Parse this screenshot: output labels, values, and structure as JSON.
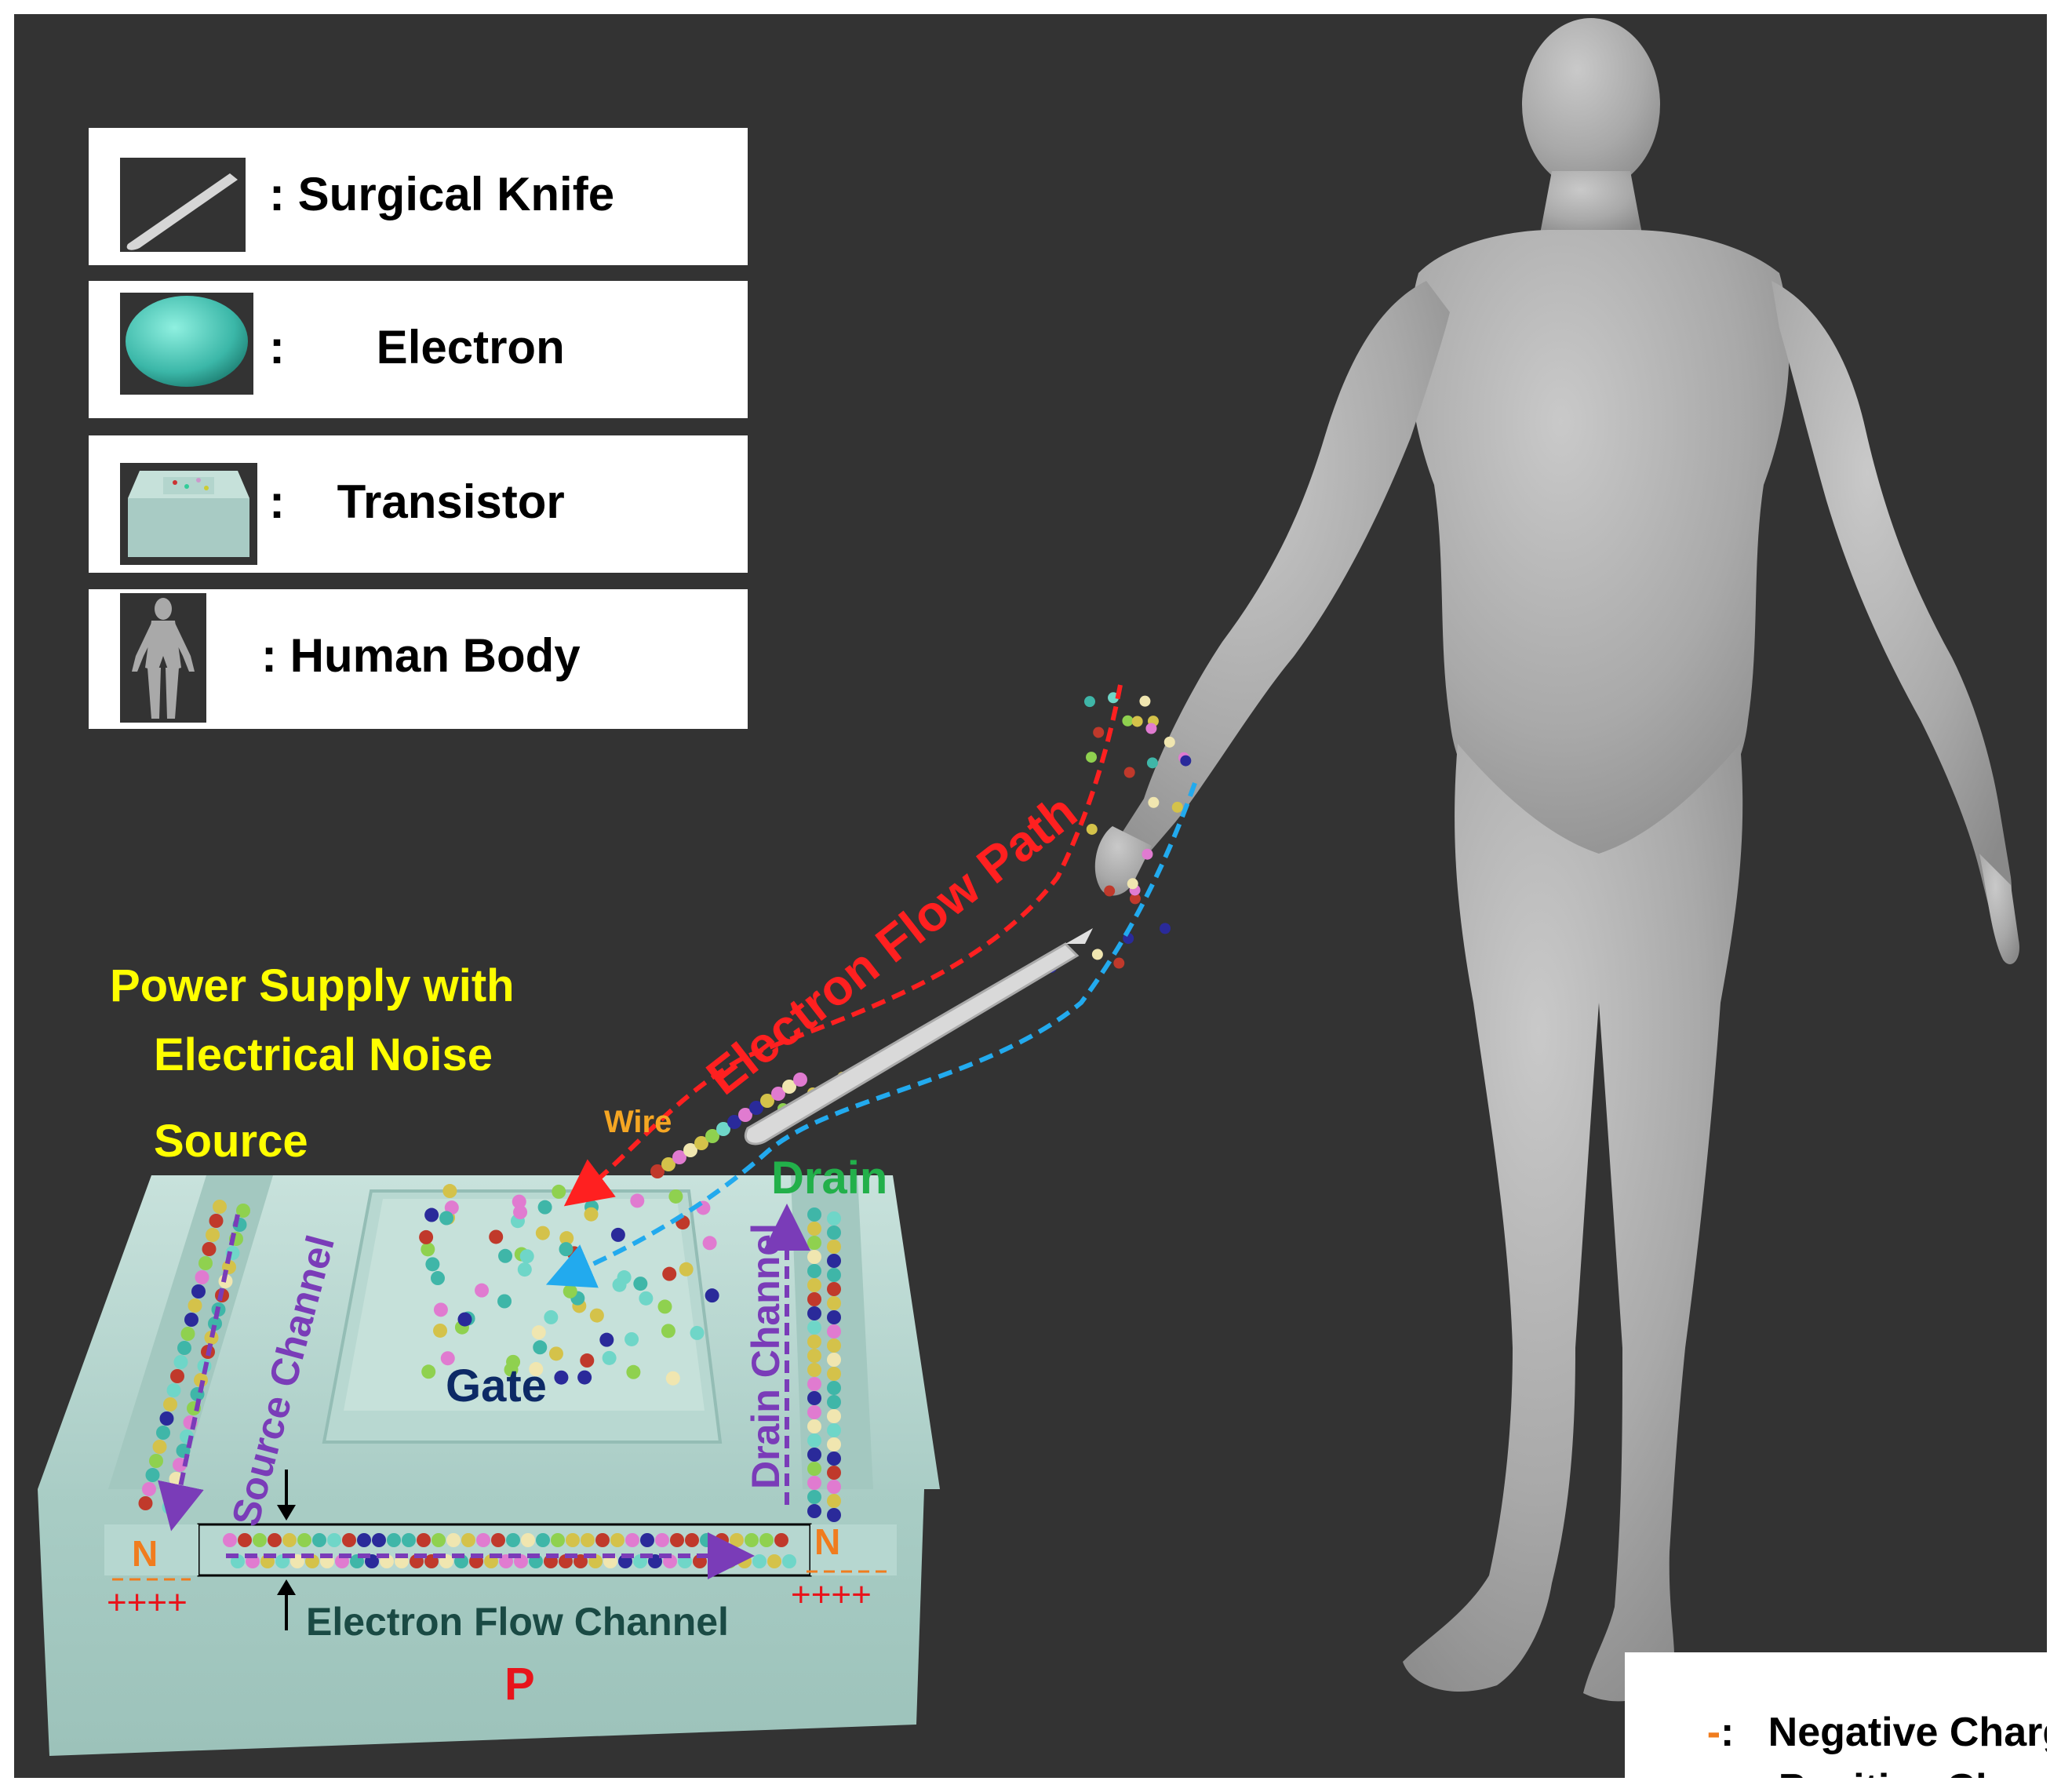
{
  "legend": {
    "items": [
      {
        "icon": "surgical-knife-icon",
        "label": ": Surgical Knife"
      },
      {
        "icon": "electron-icon",
        "label": ":       Electron"
      },
      {
        "icon": "transistor-icon",
        "label": ":    Transistor"
      },
      {
        "icon": "human-body-icon",
        "label": ": Human Body"
      }
    ]
  },
  "labels": {
    "power_supply_line1": "Power Supply with",
    "power_supply_line2": "Electrical Noise",
    "source": "Source",
    "drain": "Drain",
    "gate": "Gate",
    "wire": "Wire",
    "electron_flow_path": "Electron Flow Path",
    "source_channel": "Source Channel",
    "drain_channel": "Drain Channel",
    "electron_flow_channel": "Electron Flow Channel",
    "n_left": "N",
    "n_right": "N",
    "p": "P",
    "plus_left": "++++",
    "plus_right": "++++"
  },
  "charge_legend": {
    "negative_symbol": "-",
    "negative_label": ":   Negative Charge",
    "positive_symbol": "+",
    "positive_label": ":   Positive Charge"
  },
  "colors": {
    "background": "#333333",
    "transistor": "#b4d6cf",
    "electron_path": "#ff2020",
    "return_path": "#22aaee",
    "channel_arrow": "#7a3cb8",
    "label_yellow": "#ffff00",
    "drain_green": "#22b04a",
    "gate_navy": "#0d2a66",
    "wire_orange": "#f5a623",
    "n_orange": "#f07c1e",
    "p_red": "#e8141b",
    "channel_text": "#1a4a44"
  }
}
